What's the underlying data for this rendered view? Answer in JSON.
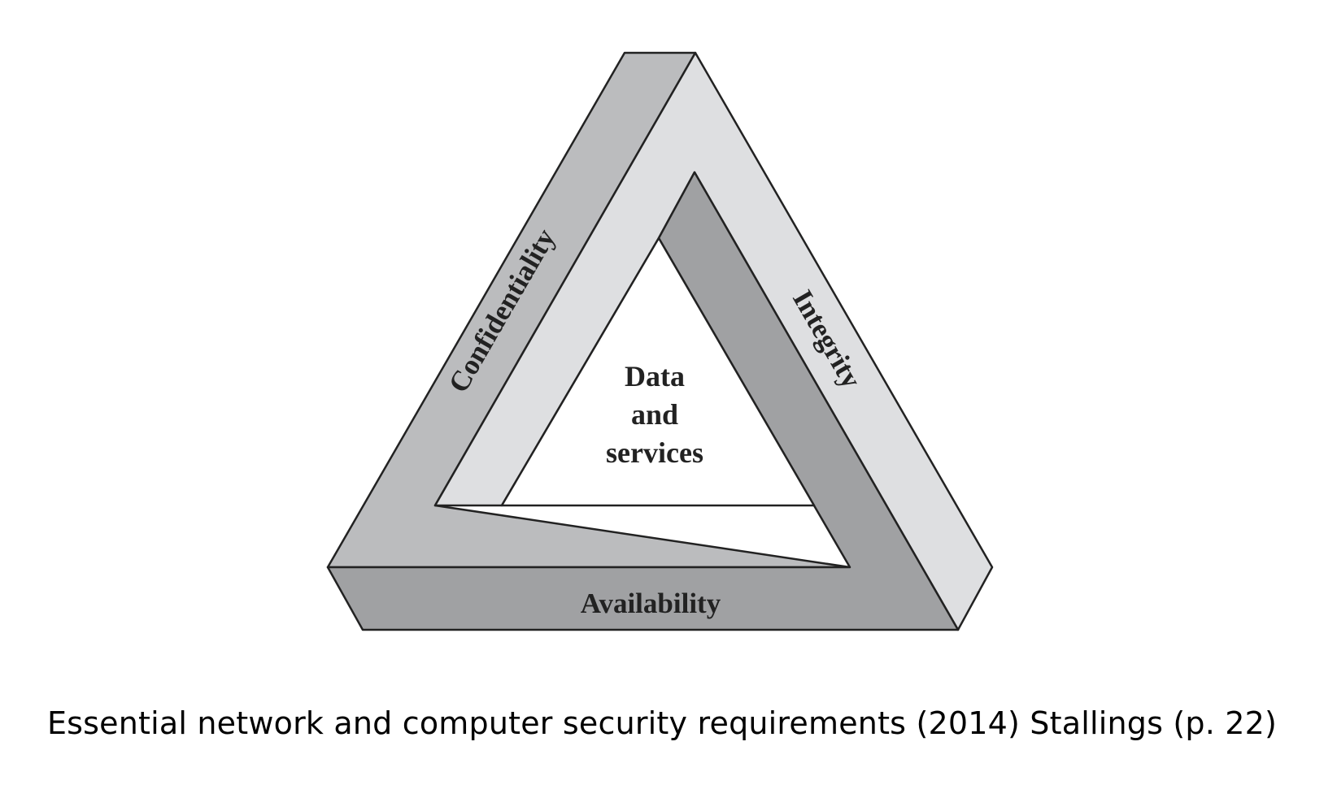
{
  "diagram": {
    "center_label_lines": [
      "Data",
      "and",
      "services"
    ],
    "sides": {
      "left": "Confidentiality",
      "right": "Integrity",
      "bottom": "Availability"
    },
    "colors": {
      "left_face": "#bbbcbe",
      "right_face": "#dedfe1",
      "bottom_face": "#a0a1a3",
      "outline": "#222222",
      "center": "#ffffff"
    }
  },
  "caption": "Essential network and computer security requirements (2014) Stallings (p. 22)"
}
